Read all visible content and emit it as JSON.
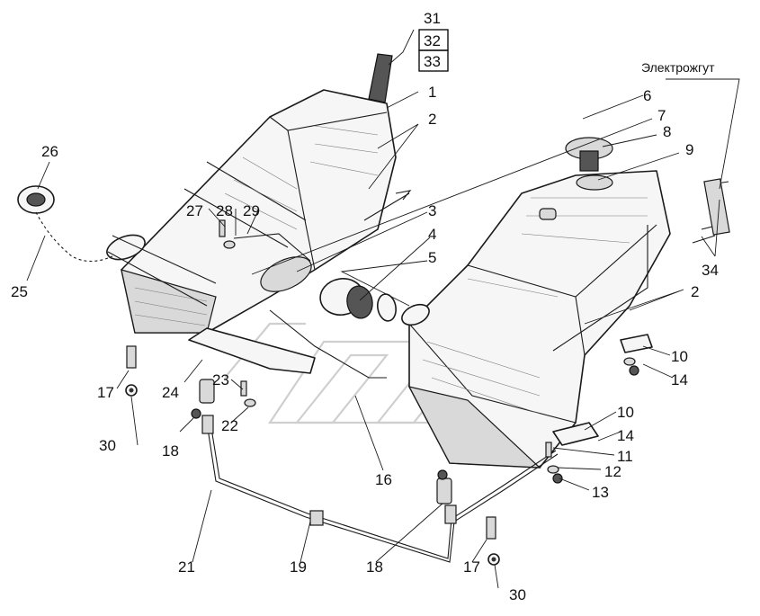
{
  "header_caption": "Электрожгут",
  "part_numbers": {
    "p1": "1",
    "p2a": "2",
    "p2b": "2",
    "p3": "3",
    "p4": "4",
    "p5": "5",
    "p6": "6",
    "p7": "7",
    "p8": "8",
    "p9": "9",
    "p10a": "10",
    "p10b": "10",
    "p11": "11",
    "p12": "12",
    "p13": "13",
    "p14a": "14",
    "p14b": "14",
    "p16": "16",
    "p17a": "17",
    "p17b": "17",
    "p18a": "18",
    "p18b": "18",
    "p19": "19",
    "p21": "21",
    "p22": "22",
    "p23": "23",
    "p24": "24",
    "p25": "25",
    "p26": "26",
    "p27": "27",
    "p28": "28",
    "p29": "29",
    "p30a": "30",
    "p30b": "30",
    "p31": "31",
    "p32": "32",
    "p33": "33",
    "p34": "34"
  }
}
